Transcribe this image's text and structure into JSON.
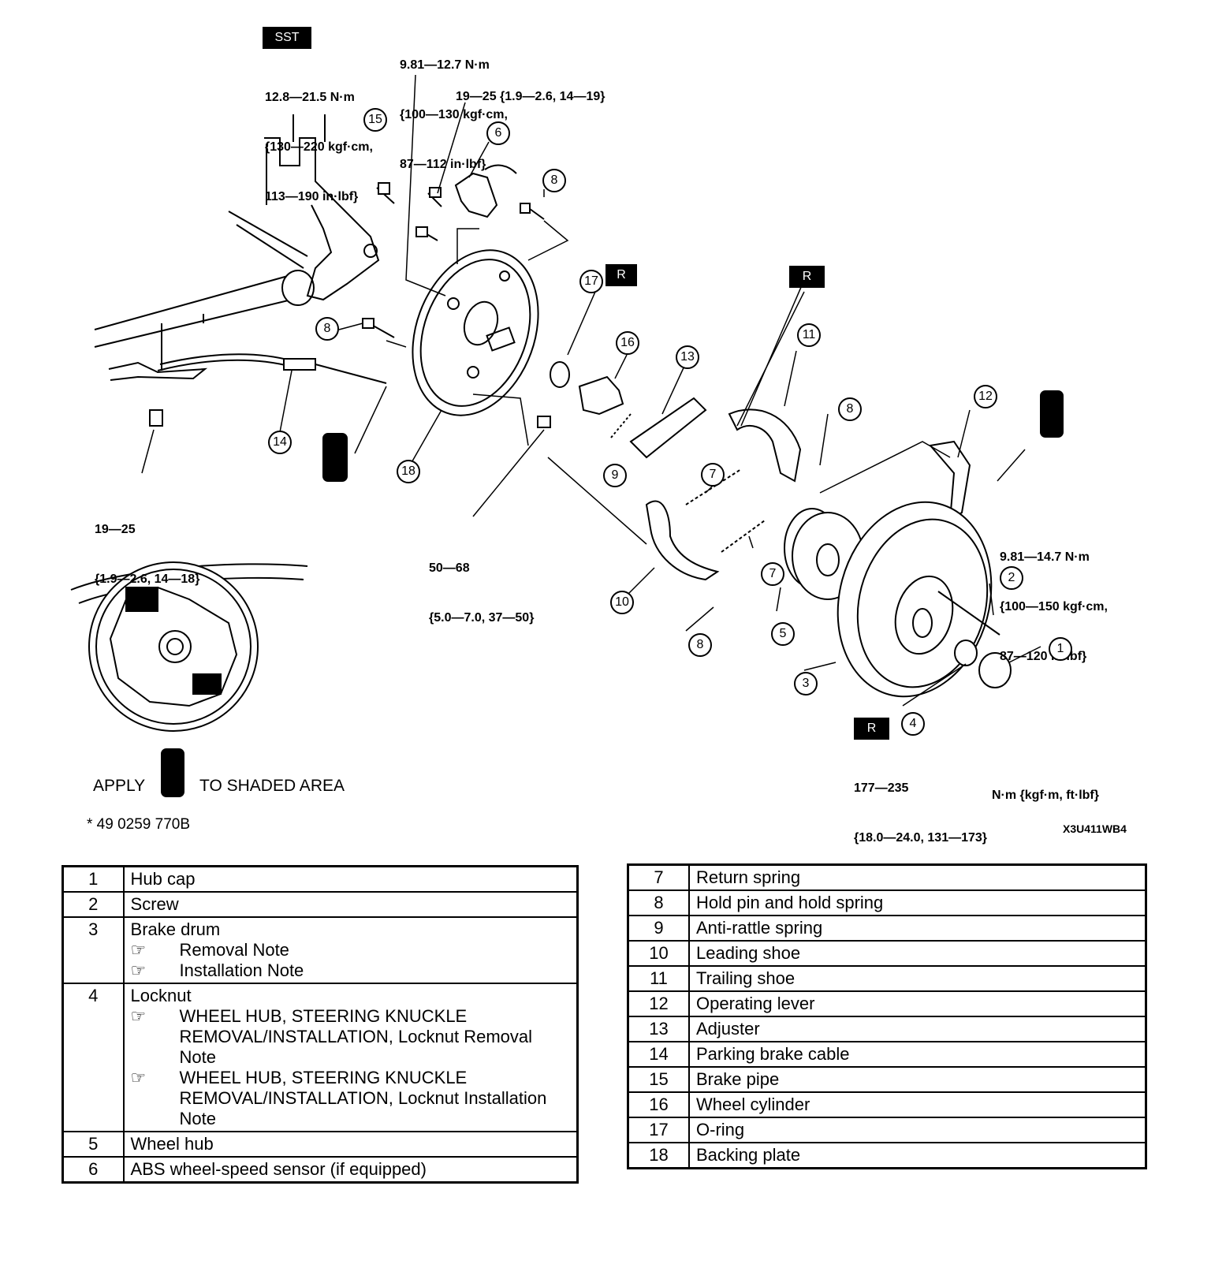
{
  "torque_labels": {
    "brake_pipe_top": [
      "12.8—21.5 N·m",
      "{130—220 kgf·cm,",
      "113—190 in·lbf}"
    ],
    "backing_bolt_top": [
      "9.81—12.7 N·m",
      "{100—130 kgf·cm,",
      "87—112 in·lbf}"
    ],
    "sensor_bolt": "19—25 {1.9—2.6, 14—19}",
    "cable_nut": [
      "19—25",
      "{1.9—2.6, 14—18}"
    ],
    "backing_plate_bolt": [
      "50—68",
      "{5.0—7.0, 37—50}"
    ],
    "lever_bolt": [
      "9.81—14.7 N·m",
      "{100—150 kgf·cm,",
      "87—120 in·lbf}"
    ],
    "locknut": [
      "177—235",
      "{18.0—24.0, 131—173}"
    ],
    "units": "N·m {kgf·m, ft·lbf}"
  },
  "badges": {
    "sst": "SST",
    "replace": "R"
  },
  "callouts": {
    "c1": "1",
    "c2": "2",
    "c3": "3",
    "c4": "4",
    "c5": "5",
    "c6": "6",
    "c7": "7",
    "c8": "8",
    "c9": "9",
    "c10": "10",
    "c11": "11",
    "c12": "12",
    "c13": "13",
    "c14": "14",
    "c15": "15",
    "c16": "16",
    "c17": "17",
    "c18": "18"
  },
  "grease_note": {
    "apply": "APPLY",
    "to_shaded": "TO SHADED AREA",
    "part_number": "* 49 0259 770B"
  },
  "figure_code": "X3U411WB4",
  "note_icon": "pointing-hand-icon",
  "parts_left": [
    {
      "num": "1",
      "name": "Hub cap",
      "notes": []
    },
    {
      "num": "2",
      "name": "Screw",
      "notes": []
    },
    {
      "num": "3",
      "name": "Brake drum",
      "notes": [
        "Removal Note",
        "Installation Note"
      ]
    },
    {
      "num": "4",
      "name": "Locknut",
      "notes": [
        "WHEEL HUB, STEERING KNUCKLE REMOVAL/INSTALLATION, Locknut Removal Note",
        "WHEEL HUB, STEERING KNUCKLE REMOVAL/INSTALLATION, Locknut Installation Note"
      ]
    },
    {
      "num": "5",
      "name": "Wheel hub",
      "notes": []
    },
    {
      "num": "6",
      "name": "ABS wheel-speed sensor (if equipped)",
      "notes": []
    }
  ],
  "parts_right": [
    {
      "num": "7",
      "name": "Return spring"
    },
    {
      "num": "8",
      "name": "Hold pin and hold spring"
    },
    {
      "num": "9",
      "name": "Anti-rattle spring"
    },
    {
      "num": "10",
      "name": "Leading shoe"
    },
    {
      "num": "11",
      "name": "Trailing shoe"
    },
    {
      "num": "12",
      "name": "Operating lever"
    },
    {
      "num": "13",
      "name": "Adjuster"
    },
    {
      "num": "14",
      "name": "Parking brake cable"
    },
    {
      "num": "15",
      "name": "Brake pipe"
    },
    {
      "num": "16",
      "name": "Wheel cylinder"
    },
    {
      "num": "17",
      "name": "O-ring"
    },
    {
      "num": "18",
      "name": "Backing plate"
    }
  ]
}
